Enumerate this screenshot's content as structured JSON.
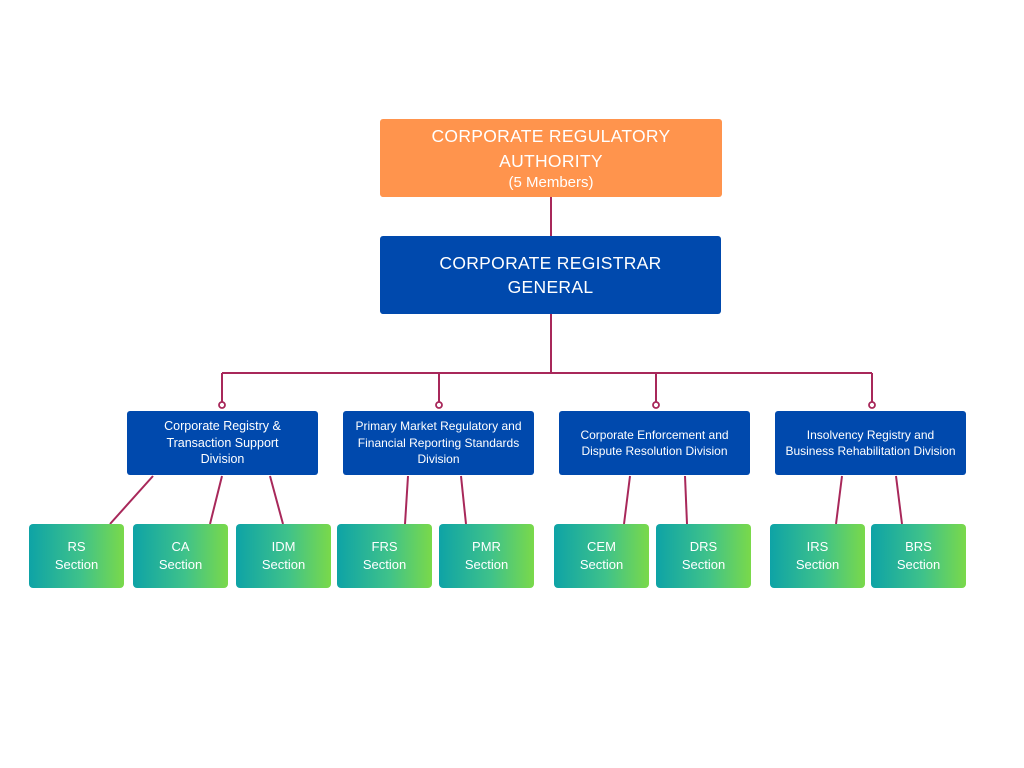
{
  "authority": {
    "title_line1": "CORPORATE REGULATORY",
    "title_line2": "AUTHORITY",
    "members": "(5 Members)"
  },
  "registrar": {
    "title_line1": "CORPORATE REGISTRAR",
    "title_line2": "GENERAL"
  },
  "divisions": [
    {
      "lines": [
        "Corporate Registry &",
        "Transaction Support",
        "Division"
      ]
    },
    {
      "lines": [
        "Primary Market Regulatory and",
        "Financial Reporting Standards",
        "Division"
      ]
    },
    {
      "lines": [
        "Corporate Enforcement and",
        "Dispute Resolution Division"
      ]
    },
    {
      "lines": [
        "Insolvency Registry and",
        "Business Rehabilitation Division"
      ]
    }
  ],
  "sections": [
    {
      "name": "RS",
      "suffix": "Section"
    },
    {
      "name": "CA",
      "suffix": "Section"
    },
    {
      "name": "IDM",
      "suffix": "Section"
    },
    {
      "name": "FRS",
      "suffix": "Section"
    },
    {
      "name": "PMR",
      "suffix": "Section"
    },
    {
      "name": "CEM",
      "suffix": "Section"
    },
    {
      "name": "DRS",
      "suffix": "Section"
    },
    {
      "name": "IRS",
      "suffix": "Section"
    },
    {
      "name": "BRS",
      "suffix": "Section"
    }
  ],
  "colors": {
    "authority": "#ff944d",
    "registrar": "#0049ad",
    "division": "#0049ad",
    "connector": "#a8285a",
    "section_start": "#0ea3a6",
    "section_end": "#7ad94a"
  }
}
